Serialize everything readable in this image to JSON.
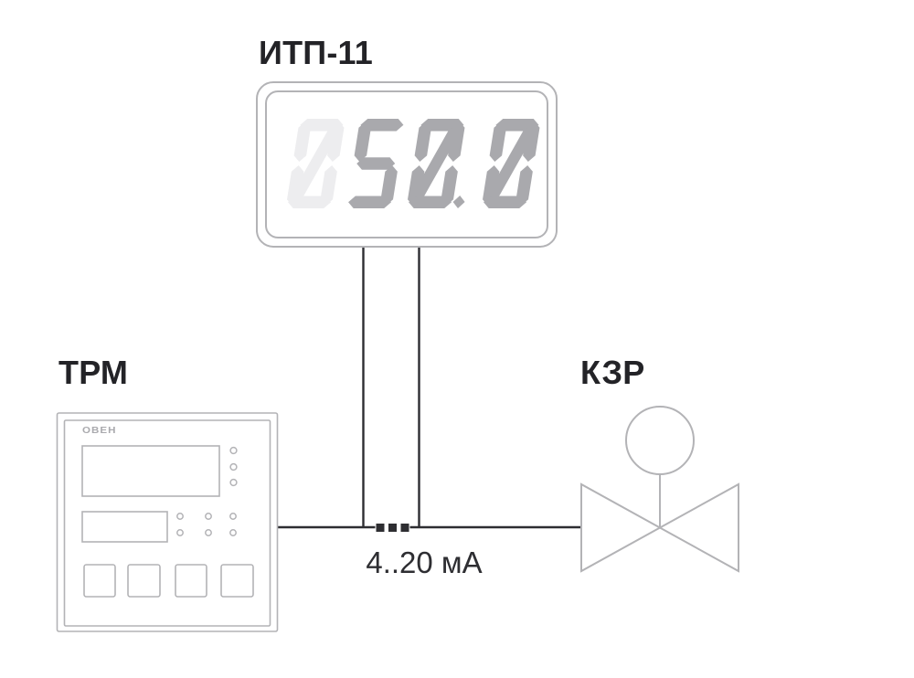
{
  "diagram": {
    "indicator": {
      "label": "ИТП-11",
      "display_value": "050.0",
      "ghost_digits": 1
    },
    "controller": {
      "label": "ТРМ",
      "logo": "ОВЕН"
    },
    "valve": {
      "label": "КЗР"
    },
    "signal": {
      "label": "4..20 мА"
    },
    "colors": {
      "dark": "#2e2e32",
      "text": "#232327",
      "frame": "#b3b3b6",
      "lit": "#a9a9ad",
      "ghost": "#ededef",
      "logo": "#aaaaae"
    }
  }
}
